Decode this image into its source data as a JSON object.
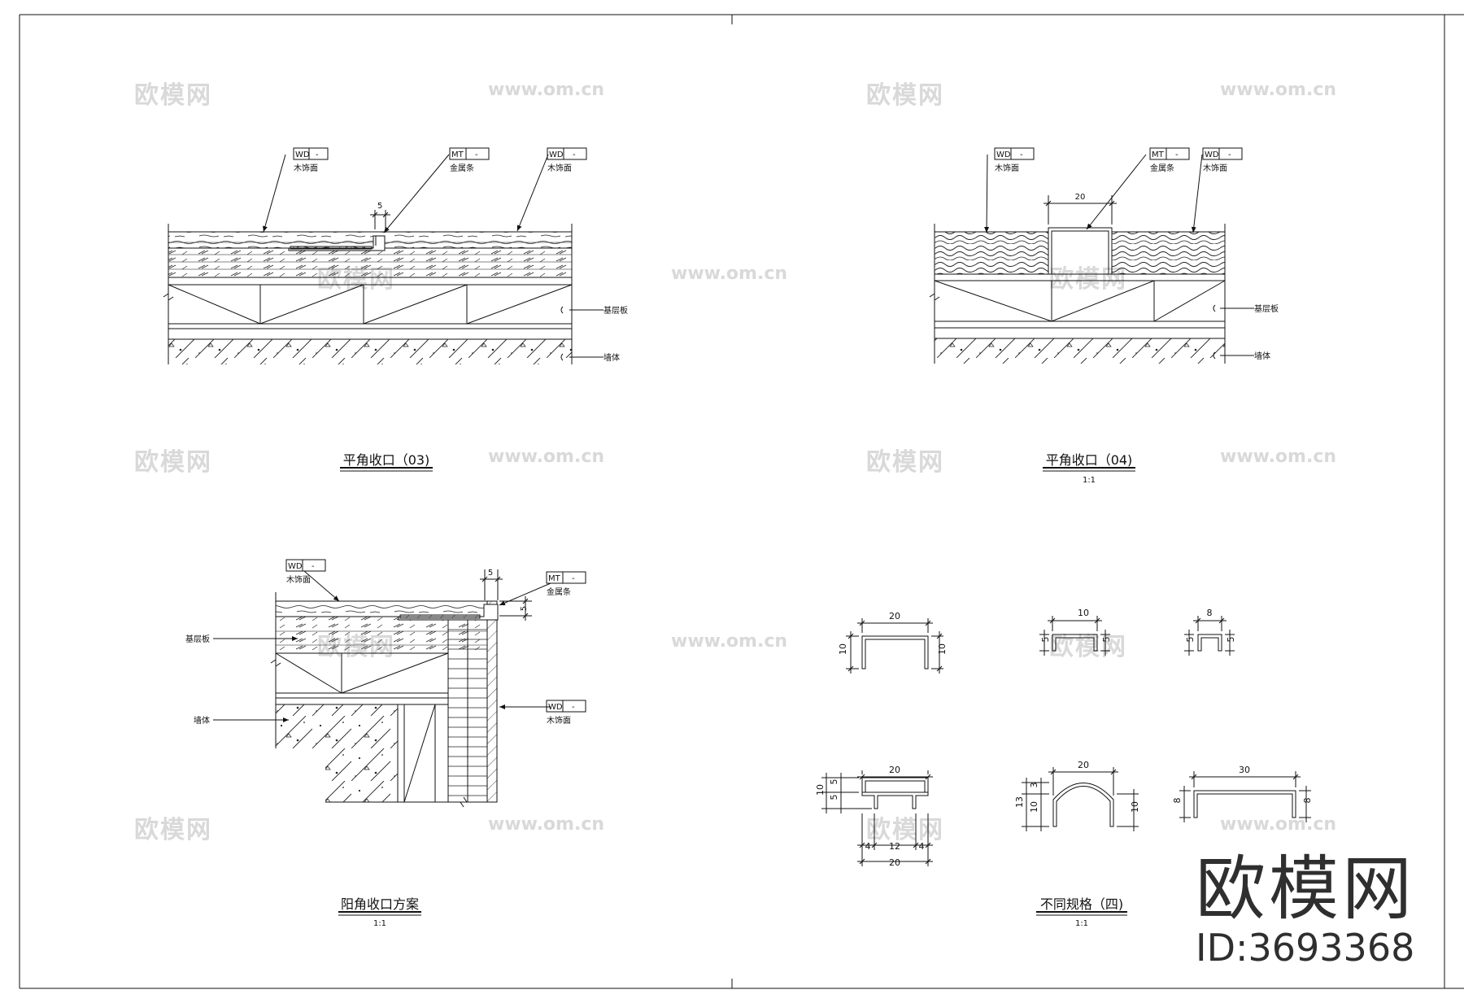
{
  "callouts": {
    "wd_code": "WD",
    "mt_code": "MT",
    "dash": "-",
    "wood_face": "木饰面",
    "metal_strip": "金属条",
    "base_board": "基层板",
    "wall": "墙体"
  },
  "details": {
    "d03": {
      "title": "平角收口（03)",
      "dim_gap": "5"
    },
    "d04": {
      "title": "平角收口（04)",
      "scale": "1:1",
      "dim_width": "20"
    },
    "outer": {
      "title": "阳角收口方案",
      "scale": "1:1",
      "dim_top": "5",
      "dim_side": "5"
    },
    "specs": {
      "title": "不同规格（四)",
      "scale": "1:1",
      "u20": {
        "w": "20",
        "h_left": "10",
        "h_right": "10"
      },
      "u10": {
        "w": "10",
        "h_left": "5",
        "h_right": "5"
      },
      "u8": {
        "w": "8",
        "h_left": "5",
        "h_right": "5"
      },
      "t20": {
        "w_top": "20",
        "h_total": "10",
        "h_a": "5",
        "h_b": "5",
        "seg_a": "4",
        "seg_b": "12",
        "seg_c": "4",
        "w_bottom": "20"
      },
      "arc20": {
        "w": "20",
        "h_total": "13",
        "h_a": "3",
        "h_b": "10",
        "h_right": "10"
      },
      "u30": {
        "w": "30",
        "h_left": "8",
        "h_right": "8"
      }
    }
  },
  "watermarks": {
    "cn": "欧模网",
    "url": "www.om.cn"
  },
  "brand": {
    "name": "欧模网",
    "id": "ID:3693368"
  },
  "colors": {
    "line": "#111111",
    "watermark": "#d9d9d9"
  }
}
